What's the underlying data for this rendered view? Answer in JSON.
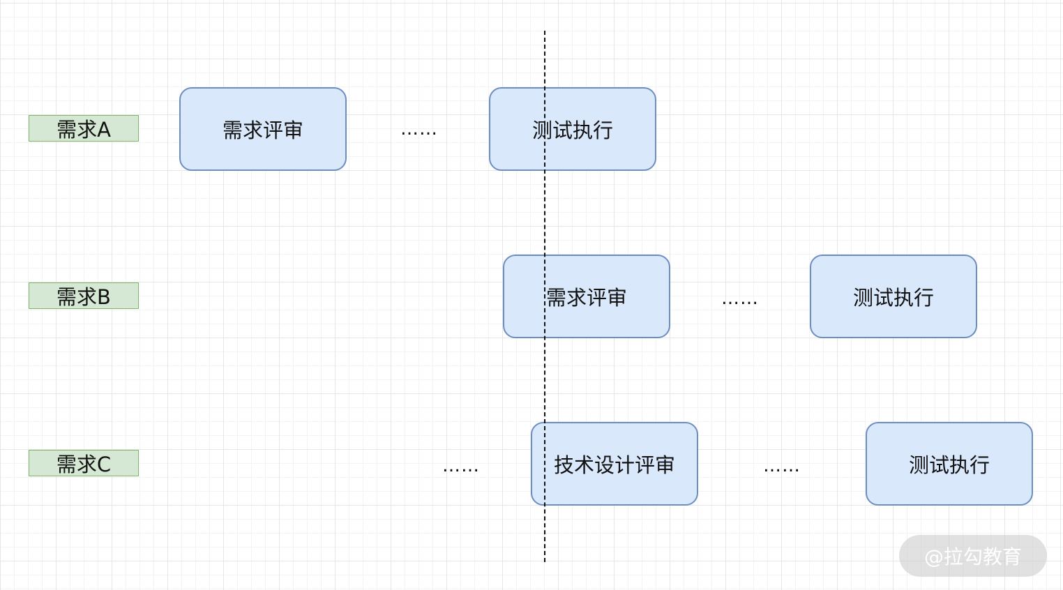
{
  "requirements": [
    {
      "label": "需求A"
    },
    {
      "label": "需求B"
    },
    {
      "label": "需求C"
    }
  ],
  "steps": {
    "a1": "需求评审",
    "a2": "测试执行",
    "b1": "需求评审",
    "b2": "测试执行",
    "c1": "技术设计评审",
    "c2": "测试执行"
  },
  "ellipsis": "……",
  "watermark": "@拉勾教育",
  "colors": {
    "label_fill": "#d5e8d4",
    "label_border": "#82b366",
    "box_fill": "#dae8fc",
    "box_border": "#6c8ebf"
  }
}
